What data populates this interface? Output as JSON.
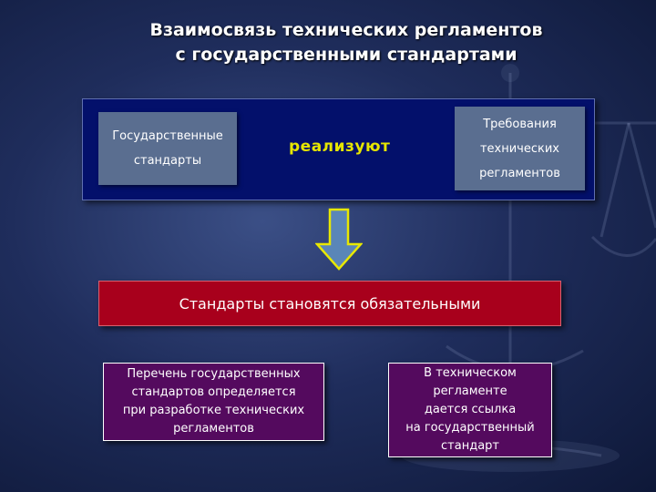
{
  "title": {
    "line1": "Взаимосвязь технических регламентов",
    "line2": "с государственными стандартами"
  },
  "top_panel": {
    "left_box": [
      "Государственные",
      "стандарты"
    ],
    "connector": "реализуют",
    "right_box": [
      "Требования",
      "технических",
      "регламентов"
    ]
  },
  "result_bar": "Стандарты становятся обязательными",
  "bottom_left": [
    "Перечень государственных",
    "стандартов определяется",
    "при разработке технических",
    "регламентов"
  ],
  "bottom_right": [
    "В техническом",
    "регламенте",
    "дается ссылка",
    "на государственный",
    "стандарт"
  ],
  "colors": {
    "top_panel": "#03106b",
    "gray_box": "#5a6e90",
    "accent_text": "#e6e600",
    "red_bar": "#a8001c",
    "purple_box": "#540a5e",
    "arrow_fill": "#5a86b8",
    "arrow_outline": "#e8e800"
  },
  "icons": [
    "down-arrow-icon",
    "scales-of-justice-icon"
  ]
}
